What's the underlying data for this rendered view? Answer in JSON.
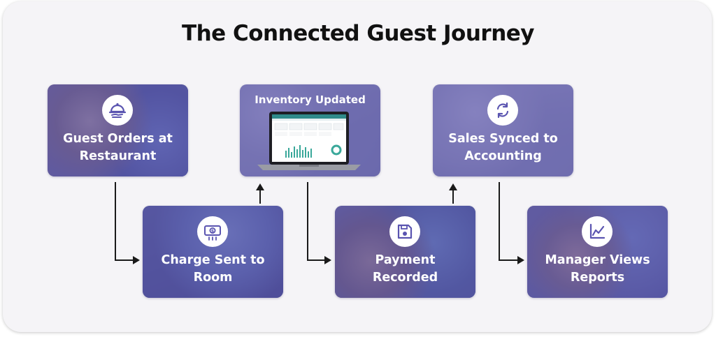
{
  "title": "The Connected Guest Journey",
  "steps": [
    {
      "label": "Guest Orders at\nRestaurant",
      "icon": "waiter-cloche-icon"
    },
    {
      "label": "Charge Sent to\nRoom",
      "icon": "dollar-bill-icon"
    },
    {
      "label": "Inventory Updated",
      "icon": "laptop-dashboard-icon"
    },
    {
      "label": "Payment\nRecorded",
      "icon": "floppy-disk-icon"
    },
    {
      "label": "Sales Synced to\nAccounting",
      "icon": "sync-arrows-icon"
    },
    {
      "label": "Manager Views\nReports",
      "icon": "line-chart-icon"
    }
  ],
  "colors": {
    "card_tint": "#5c56aa",
    "icon_color": "#5a54b0",
    "arrow": "#1a1a1a",
    "title": "#111111",
    "background": "#f5f4f7"
  }
}
